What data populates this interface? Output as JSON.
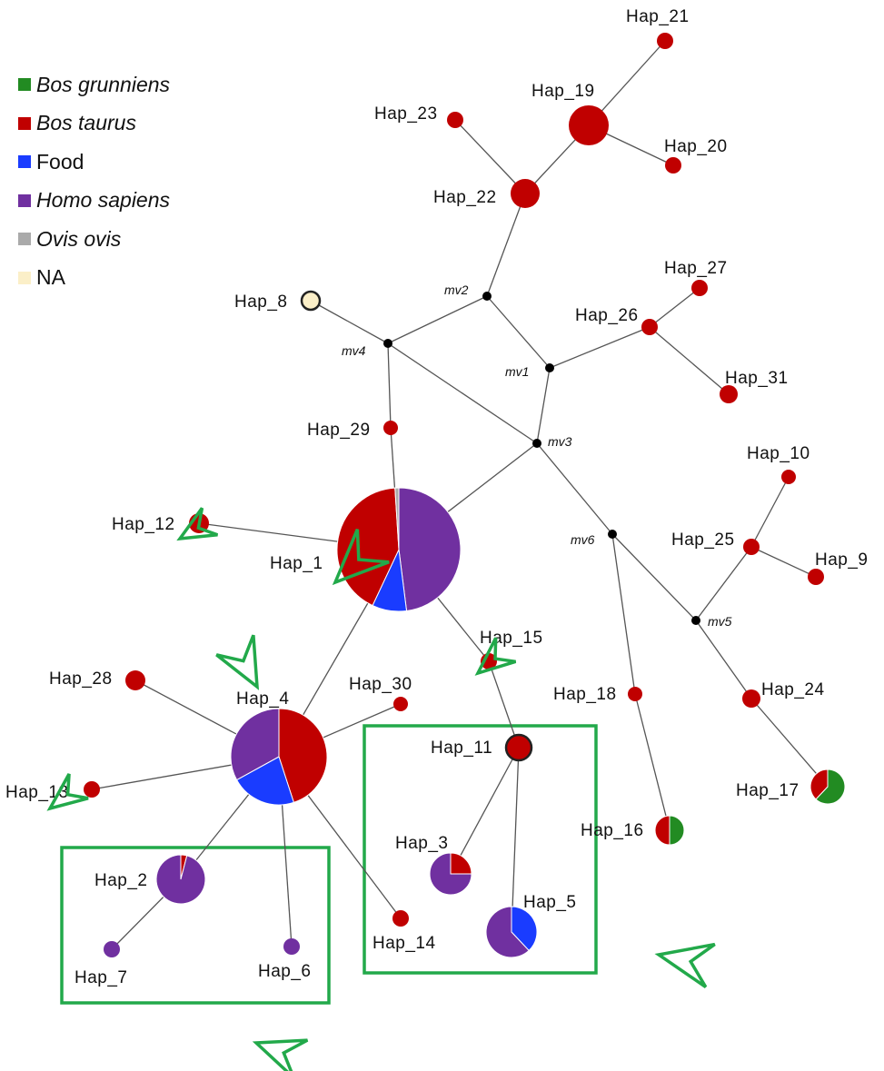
{
  "legend": [
    {
      "label": "Bos grunniens",
      "color": "#228b22",
      "italic": true
    },
    {
      "label": "Bos taurus",
      "color": "#c00000",
      "italic": true
    },
    {
      "label": "Food",
      "color": "#1a3cff",
      "italic": false
    },
    {
      "label": "Homo sapiens",
      "color": "#7030a0",
      "italic": true
    },
    {
      "label": "Ovis ovis",
      "color": "#aaaaaa",
      "italic": true
    },
    {
      "label": "NA",
      "color": "#fbefc8",
      "italic": false
    }
  ],
  "colors": {
    "bos_grunniens": "#228b22",
    "bos_taurus": "#c00000",
    "food": "#1a3cff",
    "homo_sapiens": "#7030a0",
    "ovis_ovis": "#aaaaaa",
    "na": "#fbefc8",
    "edge": "#555555",
    "highlight": "#22a94a"
  },
  "haplotypes": [
    {
      "id": "Hap_1",
      "label": "Hap_1",
      "composition": [
        {
          "species": "homo_sapiens",
          "fraction": 0.48
        },
        {
          "species": "food",
          "fraction": 0.09
        },
        {
          "species": "bos_taurus",
          "fraction": 0.42
        },
        {
          "species": "ovis_ovis",
          "fraction": 0.01
        }
      ]
    },
    {
      "id": "Hap_2",
      "label": "Hap_2",
      "composition": [
        {
          "species": "bos_taurus",
          "fraction": 0.04
        },
        {
          "species": "homo_sapiens",
          "fraction": 0.96
        }
      ]
    },
    {
      "id": "Hap_3",
      "label": "Hap_3",
      "composition": [
        {
          "species": "bos_taurus",
          "fraction": 0.25
        },
        {
          "species": "homo_sapiens",
          "fraction": 0.75
        }
      ]
    },
    {
      "id": "Hap_4",
      "label": "Hap_4",
      "composition": [
        {
          "species": "bos_taurus",
          "fraction": 0.45
        },
        {
          "species": "food",
          "fraction": 0.22
        },
        {
          "species": "homo_sapiens",
          "fraction": 0.33
        }
      ]
    },
    {
      "id": "Hap_5",
      "label": "Hap_5",
      "composition": [
        {
          "species": "food",
          "fraction": 0.38
        },
        {
          "species": "homo_sapiens",
          "fraction": 0.62
        }
      ]
    },
    {
      "id": "Hap_6",
      "label": "Hap_6",
      "composition": [
        {
          "species": "homo_sapiens",
          "fraction": 1
        }
      ]
    },
    {
      "id": "Hap_7",
      "label": "Hap_7",
      "composition": [
        {
          "species": "homo_sapiens",
          "fraction": 1
        }
      ]
    },
    {
      "id": "Hap_8",
      "label": "Hap_8",
      "composition": [
        {
          "species": "na",
          "fraction": 1
        }
      ]
    },
    {
      "id": "Hap_9",
      "label": "Hap_9",
      "composition": [
        {
          "species": "bos_taurus",
          "fraction": 1
        }
      ]
    },
    {
      "id": "Hap_10",
      "label": "Hap_10",
      "composition": [
        {
          "species": "bos_taurus",
          "fraction": 1
        }
      ]
    },
    {
      "id": "Hap_11",
      "label": "Hap_11",
      "composition": [
        {
          "species": "bos_taurus",
          "fraction": 1
        }
      ]
    },
    {
      "id": "Hap_12",
      "label": "Hap_12",
      "composition": [
        {
          "species": "bos_taurus",
          "fraction": 1
        }
      ]
    },
    {
      "id": "Hap_13",
      "label": "Hap_13",
      "composition": [
        {
          "species": "bos_taurus",
          "fraction": 1
        }
      ]
    },
    {
      "id": "Hap_14",
      "label": "Hap_14",
      "composition": [
        {
          "species": "bos_taurus",
          "fraction": 1
        }
      ]
    },
    {
      "id": "Hap_15",
      "label": "Hap_15",
      "composition": [
        {
          "species": "bos_taurus",
          "fraction": 1
        }
      ]
    },
    {
      "id": "Hap_16",
      "label": "Hap_16",
      "composition": [
        {
          "species": "bos_grunniens",
          "fraction": 0.5
        },
        {
          "species": "bos_taurus",
          "fraction": 0.5
        }
      ]
    },
    {
      "id": "Hap_17",
      "label": "Hap_17",
      "composition": [
        {
          "species": "bos_grunniens",
          "fraction": 0.62
        },
        {
          "species": "bos_taurus",
          "fraction": 0.38
        }
      ]
    },
    {
      "id": "Hap_18",
      "label": "Hap_18",
      "composition": [
        {
          "species": "bos_taurus",
          "fraction": 1
        }
      ]
    },
    {
      "id": "Hap_19",
      "label": "Hap_19",
      "composition": [
        {
          "species": "bos_taurus",
          "fraction": 1
        }
      ]
    },
    {
      "id": "Hap_20",
      "label": "Hap_20",
      "composition": [
        {
          "species": "bos_taurus",
          "fraction": 1
        }
      ]
    },
    {
      "id": "Hap_21",
      "label": "Hap_21",
      "composition": [
        {
          "species": "bos_taurus",
          "fraction": 1
        }
      ]
    },
    {
      "id": "Hap_22",
      "label": "Hap_22",
      "composition": [
        {
          "species": "bos_taurus",
          "fraction": 1
        }
      ]
    },
    {
      "id": "Hap_23",
      "label": "Hap_23",
      "composition": [
        {
          "species": "bos_taurus",
          "fraction": 1
        }
      ]
    },
    {
      "id": "Hap_24",
      "label": "Hap_24",
      "composition": [
        {
          "species": "bos_taurus",
          "fraction": 1
        }
      ]
    },
    {
      "id": "Hap_25",
      "label": "Hap_25",
      "composition": [
        {
          "species": "bos_taurus",
          "fraction": 1
        }
      ]
    },
    {
      "id": "Hap_26",
      "label": "Hap_26",
      "composition": [
        {
          "species": "bos_taurus",
          "fraction": 1
        }
      ]
    },
    {
      "id": "Hap_27",
      "label": "Hap_27",
      "composition": [
        {
          "species": "bos_taurus",
          "fraction": 1
        }
      ]
    },
    {
      "id": "Hap_28",
      "label": "Hap_28",
      "composition": [
        {
          "species": "bos_taurus",
          "fraction": 1
        }
      ]
    },
    {
      "id": "Hap_29",
      "label": "Hap_29",
      "composition": [
        {
          "species": "bos_taurus",
          "fraction": 1
        }
      ]
    },
    {
      "id": "Hap_30",
      "label": "Hap_30",
      "composition": [
        {
          "species": "bos_taurus",
          "fraction": 1
        }
      ]
    },
    {
      "id": "Hap_31",
      "label": "Hap_31",
      "composition": [
        {
          "species": "bos_taurus",
          "fraction": 1
        }
      ]
    }
  ],
  "median_vectors": [
    {
      "id": "mv1",
      "label": "mv1"
    },
    {
      "id": "mv2",
      "label": "mv2"
    },
    {
      "id": "mv3",
      "label": "mv3"
    },
    {
      "id": "mv4",
      "label": "mv4"
    },
    {
      "id": "mv5",
      "label": "mv5"
    },
    {
      "id": "mv6",
      "label": "mv6"
    }
  ],
  "edges": [
    [
      "Hap_21",
      "Hap_19"
    ],
    [
      "Hap_19",
      "Hap_20"
    ],
    [
      "Hap_19",
      "Hap_22"
    ],
    [
      "Hap_23",
      "Hap_22"
    ],
    [
      "Hap_22",
      "mv2"
    ],
    [
      "mv2",
      "mv4"
    ],
    [
      "mv2",
      "mv1"
    ],
    [
      "Hap_8",
      "mv4"
    ],
    [
      "mv4",
      "Hap_29"
    ],
    [
      "mv4",
      "mv3"
    ],
    [
      "mv1",
      "mv3"
    ],
    [
      "mv1",
      "Hap_26"
    ],
    [
      "Hap_26",
      "Hap_27"
    ],
    [
      "Hap_26",
      "Hap_31"
    ],
    [
      "Hap_29",
      "Hap_1"
    ],
    [
      "mv3",
      "Hap_1"
    ],
    [
      "mv3",
      "mv6"
    ],
    [
      "mv6",
      "Hap_18"
    ],
    [
      "Hap_18",
      "Hap_16"
    ],
    [
      "mv6",
      "mv5"
    ],
    [
      "mv5",
      "Hap_25"
    ],
    [
      "Hap_25",
      "Hap_10"
    ],
    [
      "Hap_25",
      "Hap_9"
    ],
    [
      "mv5",
      "Hap_24"
    ],
    [
      "Hap_24",
      "Hap_17"
    ],
    [
      "Hap_12",
      "Hap_1"
    ],
    [
      "Hap_1",
      "Hap_4"
    ],
    [
      "Hap_1",
      "Hap_15"
    ],
    [
      "Hap_15",
      "Hap_11"
    ],
    [
      "Hap_11",
      "Hap_3"
    ],
    [
      "Hap_11",
      "Hap_5"
    ],
    [
      "Hap_28",
      "Hap_4"
    ],
    [
      "Hap_30",
      "Hap_4"
    ],
    [
      "Hap_13",
      "Hap_4"
    ],
    [
      "Hap_4",
      "Hap_2"
    ],
    [
      "Hap_4",
      "Hap_6"
    ],
    [
      "Hap_4",
      "Hap_14"
    ],
    [
      "Hap_2",
      "Hap_7"
    ]
  ]
}
